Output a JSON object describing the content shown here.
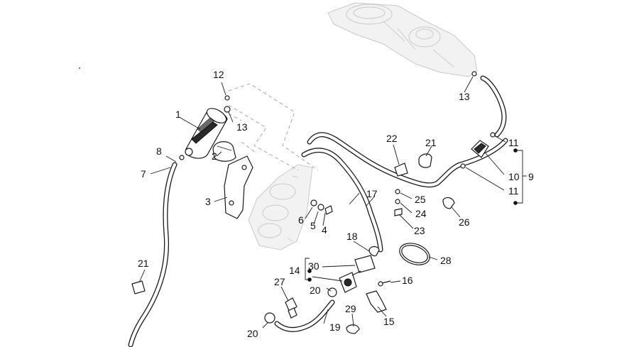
{
  "callouts": [
    {
      "id": "c1",
      "text": "1"
    },
    {
      "id": "c2",
      "text": "2"
    },
    {
      "id": "c3",
      "text": "3"
    },
    {
      "id": "c4",
      "text": "4"
    },
    {
      "id": "c5",
      "text": "5"
    },
    {
      "id": "c6",
      "text": "6"
    },
    {
      "id": "c7",
      "text": "7"
    },
    {
      "id": "c8",
      "text": "8"
    },
    {
      "id": "c9",
      "text": "9"
    },
    {
      "id": "c10",
      "text": "10"
    },
    {
      "id": "c11a",
      "text": "11"
    },
    {
      "id": "c11b",
      "text": "11"
    },
    {
      "id": "c12",
      "text": "12"
    },
    {
      "id": "c13a",
      "text": "13"
    },
    {
      "id": "c13b",
      "text": "13"
    },
    {
      "id": "c14",
      "text": "14"
    },
    {
      "id": "c15",
      "text": "15"
    },
    {
      "id": "c16",
      "text": "16"
    },
    {
      "id": "c17",
      "text": "17"
    },
    {
      "id": "c18",
      "text": "18"
    },
    {
      "id": "c19",
      "text": "19"
    },
    {
      "id": "c20a",
      "text": "20"
    },
    {
      "id": "c20b",
      "text": "20"
    },
    {
      "id": "c21a",
      "text": "21"
    },
    {
      "id": "c21b",
      "text": "21"
    },
    {
      "id": "c22",
      "text": "22"
    },
    {
      "id": "c23",
      "text": "23"
    },
    {
      "id": "c24",
      "text": "24"
    },
    {
      "id": "c25",
      "text": "25"
    },
    {
      "id": "c26",
      "text": "26"
    },
    {
      "id": "c27",
      "text": "27"
    },
    {
      "id": "c28",
      "text": "28"
    },
    {
      "id": "c29",
      "text": "29"
    },
    {
      "id": "c30",
      "text": "30"
    }
  ]
}
